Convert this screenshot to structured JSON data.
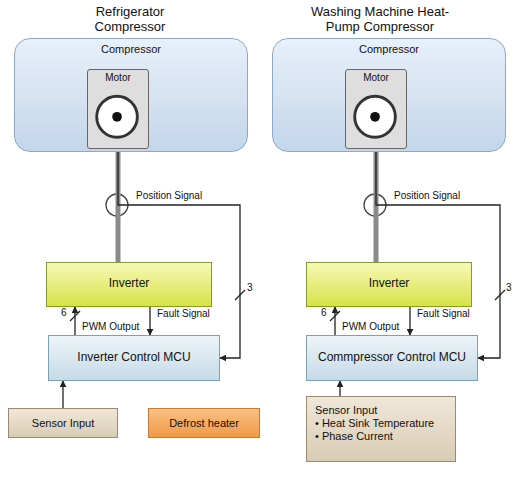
{
  "diagram": {
    "nodes": [
      {
        "text": [
          "Compressor"
        ]
      },
      {
        "text": [
          "Motor"
        ],
        "in": 0
      },
      {
        "text": [
          "Inverter"
        ]
      },
      {
        "text": [
          "Inverter Control MCU"
        ]
      },
      {
        "text": [
          "Sensor Input"
        ]
      },
      {
        "text": [
          "Defrost heater"
        ]
      },
      {
        "text": [
          "Compressor"
        ]
      },
      {
        "text": [
          "Motor"
        ],
        "in": 6
      },
      {
        "text": [
          "Inverter"
        ]
      },
      {
        "text": [
          "Commpressor Control MCU"
        ]
      },
      {
        "text": [
          "Sensor Input",
          "• Heat Sink Temperature",
          "• Phase Current"
        ]
      }
    ],
    "edges": [
      {
        "from": 1,
        "to": 2,
        "arrow": "none"
      },
      {
        "from": 1,
        "to": 3,
        "label": "Position Signal",
        "arrow": "to"
      },
      {
        "from": 3,
        "to": 2,
        "label": "PWM Output",
        "arrow": "to"
      },
      {
        "from": 2,
        "to": 3,
        "label": "Fault Signal",
        "arrow": "to"
      },
      {
        "from": 4,
        "to": 3,
        "arrow": "to"
      },
      {
        "from": 7,
        "to": 8,
        "arrow": "none"
      },
      {
        "from": 7,
        "to": 9,
        "label": "Position Signal",
        "arrow": "to"
      },
      {
        "from": 9,
        "to": 8,
        "label": "PWM Output",
        "arrow": "to"
      },
      {
        "from": 8,
        "to": 9,
        "label": "Fault Signal",
        "arrow": "to"
      },
      {
        "from": 10,
        "to": 9,
        "arrow": "to"
      }
    ],
    "labels": [
      "Refrigerator Compressor",
      "Washing Machine Heat-Pump Compressor",
      "6",
      "3",
      "6",
      "3"
    ]
  }
}
